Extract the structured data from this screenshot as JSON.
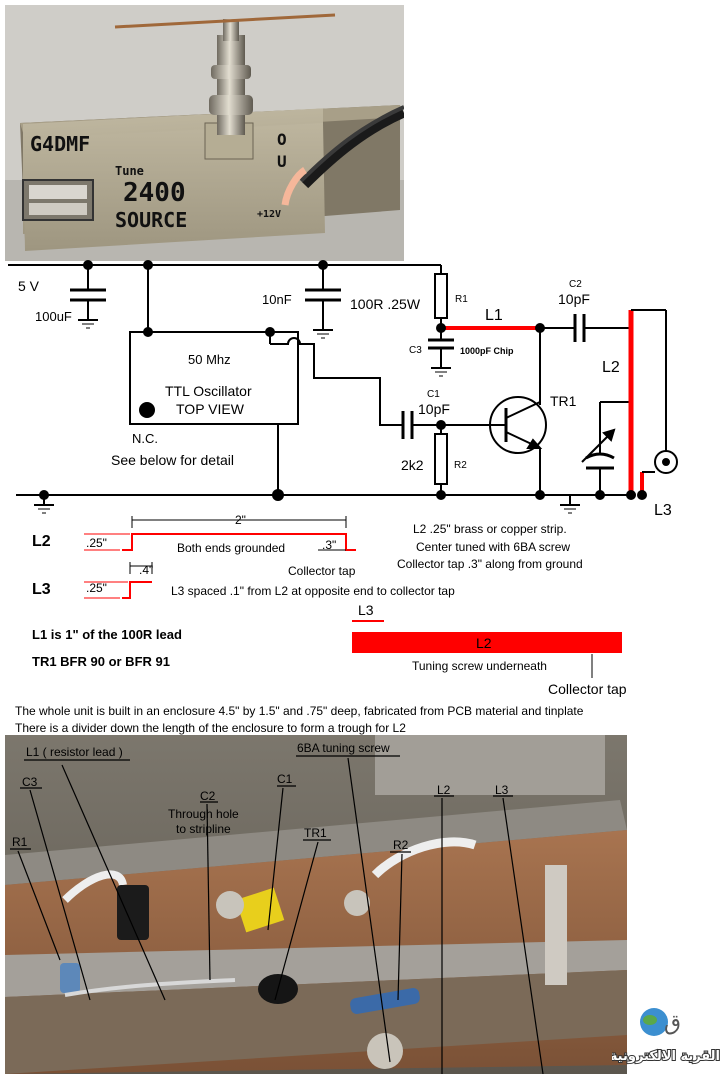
{
  "colors": {
    "wire": "#000000",
    "strip": "#ff0000",
    "background": "#ffffff",
    "board_metal": "#8c877d",
    "pcb_copper": "#b07a4a",
    "leader_line": "#000000"
  },
  "top_photo": {
    "box_label_line1": "G4DMF",
    "box_label_line2": "Tune",
    "box_label_line3": "2400",
    "box_label_line4": "SOURCE",
    "side_label_o": "O",
    "side_label_u": "U",
    "supply_mark": "+12V"
  },
  "schematic": {
    "supply_label": "5 V",
    "cap_100uf": "100uF",
    "cap_10nf": "10nF",
    "resistor_100r": "100R .25W",
    "r1": "R1",
    "l1": "L1",
    "c2": "C2",
    "c2_value": "10pF",
    "c3": "C3",
    "c3_value": "1000pF Chip",
    "l2": "L2",
    "osc_freq": "50 Mhz",
    "osc_type": "TTL Oscillator",
    "osc_view": "TOP VIEW",
    "nc_label": "N.C.",
    "detail_note": "See below for detail",
    "c1": "C1",
    "c1_value": "10pF",
    "tr1": "TR1",
    "r2_value": "2k2",
    "r2": "R2",
    "l3": "L3"
  },
  "strip_detail": {
    "l2_label": "L2",
    "l2_height": ".25\"",
    "l2_length": "2\"",
    "both_ends": "Both ends grounded",
    "tap_dim": ".3\"",
    "collector_tap": "Collector tap",
    "l3_label": "L3",
    "l3_height": ".25\"",
    "l3_length": ".4\"",
    "l3_spacing": "L3 spaced .1\" from L2 at opposite end to collector tap",
    "l2_note_1": "L2  .25\" brass or copper strip.",
    "l2_note_2": "Center tuned with 6BA screw",
    "l2_note_3": "Collector tap .3\" along from ground",
    "l1_note": "L1 is 1\" of the 100R lead",
    "tr1_note": "TR1 BFR 90 or BFR 91",
    "plan_l3": "L3",
    "plan_l2": "L2",
    "tuning_screw": "Tuning screw underneath",
    "plan_collector_tap": "Collector tap"
  },
  "enclosure_note": {
    "line1": "The whole unit is built in an enclosure 4.5\" by 1.5\" and .75\" deep, fabricated from PCB material and tinplate",
    "line2": "There is a divider down the length of the enclosure to form a trough for L2"
  },
  "bottom_photo": {
    "labels": [
      "L1 ( resistor lead )",
      "C3",
      "R1",
      "C2",
      "Through hole",
      "to stripline",
      "C1",
      "TR1",
      "6BA tuning screw",
      "R2",
      "L2",
      "L3"
    ]
  },
  "watermark": {
    "text": "القرية الالكترونية",
    "logo_letter": "ق"
  }
}
